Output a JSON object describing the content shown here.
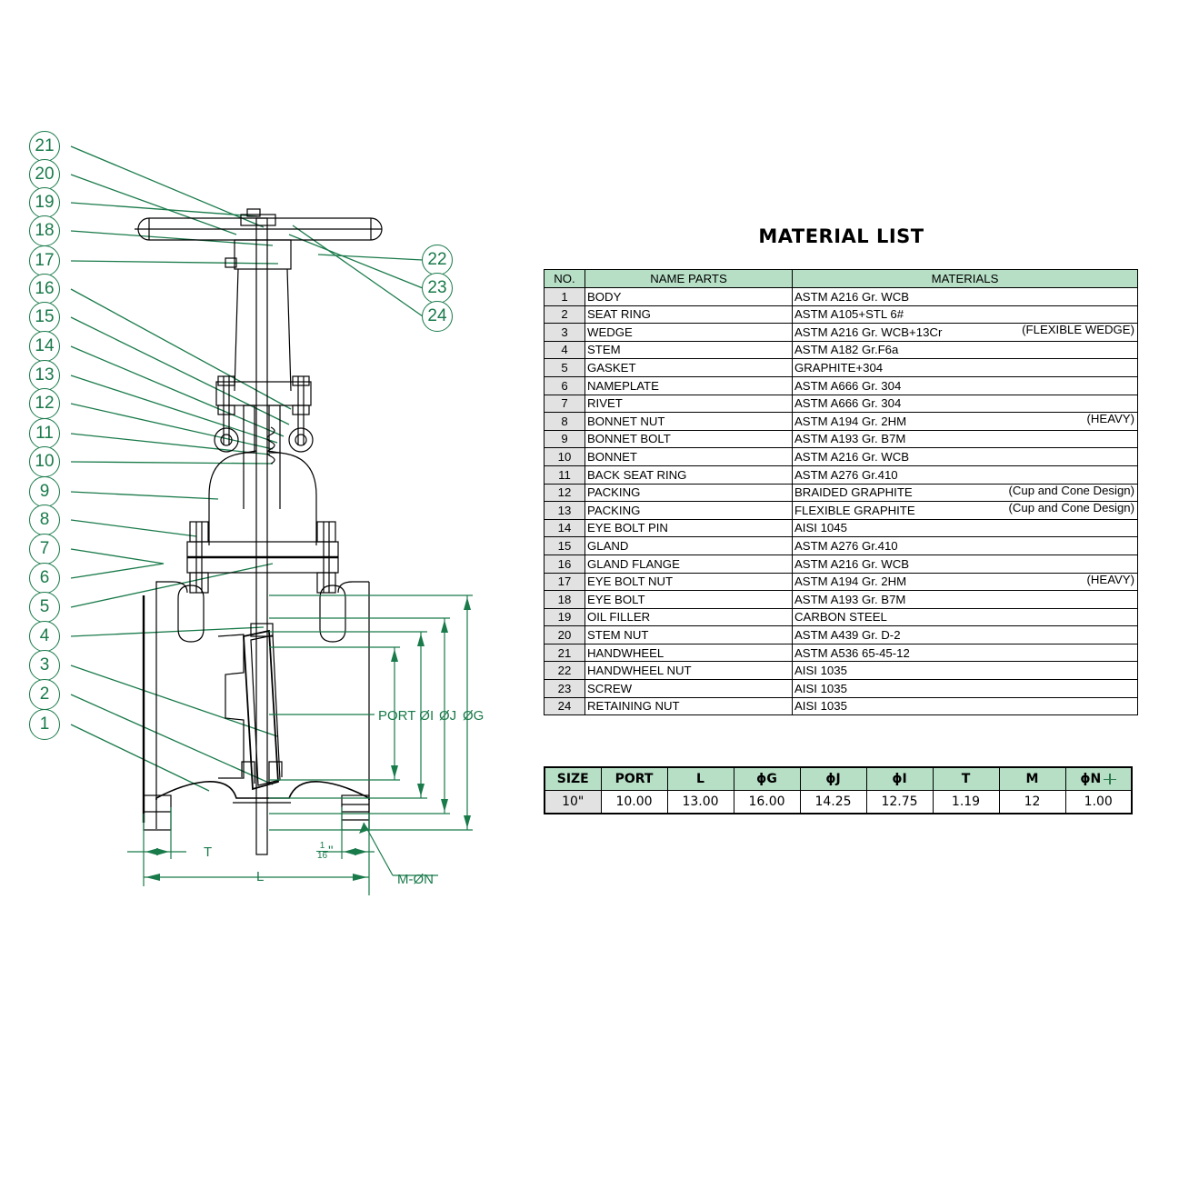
{
  "materials": {
    "title": "MATERIAL LIST",
    "columns": [
      "NO.",
      "NAME PARTS",
      "MATERIALS"
    ],
    "rows": [
      {
        "no": "1",
        "name": "BODY",
        "material": "ASTM A216 Gr. WCB",
        "note": ""
      },
      {
        "no": "2",
        "name": "SEAT RING",
        "material": "ASTM A105+STL 6#",
        "note": ""
      },
      {
        "no": "3",
        "name": "WEDGE",
        "material": "ASTM A216 Gr. WCB+13Cr",
        "note": "(FLEXIBLE WEDGE)"
      },
      {
        "no": "4",
        "name": "STEM",
        "material": "ASTM A182 Gr.F6a",
        "note": ""
      },
      {
        "no": "5",
        "name": "GASKET",
        "material": "GRAPHITE+304",
        "note": ""
      },
      {
        "no": "6",
        "name": "NAMEPLATE",
        "material": "ASTM A666 Gr. 304",
        "note": ""
      },
      {
        "no": "7",
        "name": "RIVET",
        "material": "ASTM A666 Gr. 304",
        "note": ""
      },
      {
        "no": "8",
        "name": "BONNET NUT",
        "material": "ASTM A194 Gr. 2HM",
        "note": "(HEAVY)"
      },
      {
        "no": "9",
        "name": "BONNET BOLT",
        "material": "ASTM A193 Gr. B7M",
        "note": ""
      },
      {
        "no": "10",
        "name": "BONNET",
        "material": "ASTM A216 Gr. WCB",
        "note": ""
      },
      {
        "no": "11",
        "name": "BACK SEAT RING",
        "material": "ASTM A276 Gr.410",
        "note": ""
      },
      {
        "no": "12",
        "name": "PACKING",
        "material": "BRAIDED GRAPHITE",
        "note": "(Cup and Cone Design)"
      },
      {
        "no": "13",
        "name": "PACKING",
        "material": "FLEXIBLE GRAPHITE",
        "note": "(Cup and Cone Design)"
      },
      {
        "no": "14",
        "name": "EYE BOLT PIN",
        "material": "AISI 1045",
        "note": ""
      },
      {
        "no": "15",
        "name": "GLAND",
        "material": "ASTM A276 Gr.410",
        "note": ""
      },
      {
        "no": "16",
        "name": "GLAND FLANGE",
        "material": "ASTM A216 Gr. WCB",
        "note": ""
      },
      {
        "no": "17",
        "name": "EYE BOLT NUT",
        "material": "ASTM A194 Gr. 2HM",
        "note": "(HEAVY)"
      },
      {
        "no": "18",
        "name": "EYE BOLT",
        "material": "ASTM A193 Gr. B7M",
        "note": ""
      },
      {
        "no": "19",
        "name": "OIL FILLER",
        "material": "CARBON STEEL",
        "note": ""
      },
      {
        "no": "20",
        "name": "STEM NUT",
        "material": "ASTM A439 Gr. D-2",
        "note": ""
      },
      {
        "no": "21",
        "name": "HANDWHEEL",
        "material": "ASTM A536 65-45-12",
        "note": ""
      },
      {
        "no": "22",
        "name": "HANDWHEEL NUT",
        "material": "AISI 1035",
        "note": ""
      },
      {
        "no": "23",
        "name": "SCREW",
        "material": "AISI 1035",
        "note": ""
      },
      {
        "no": "24",
        "name": "RETAINING NUT",
        "material": "AISI 1035",
        "note": ""
      }
    ]
  },
  "dimensions": {
    "columns": [
      "SIZE",
      "PORT",
      "L",
      "ϕG",
      "ϕJ",
      "ϕI",
      "T",
      "M",
      "ϕN"
    ],
    "row": [
      "10\"",
      "10.00",
      "13.00",
      "16.00",
      "14.25",
      "12.75",
      "1.19",
      "12",
      "1.00"
    ]
  },
  "callouts": {
    "left": [
      "21",
      "20",
      "19",
      "18",
      "17",
      "16",
      "15",
      "14",
      "13",
      "12",
      "11",
      "10",
      "9",
      "8",
      "7",
      "6",
      "5",
      "4",
      "3",
      "2",
      "1"
    ],
    "right": [
      "22",
      "23",
      "24"
    ]
  },
  "drawing_labels": {
    "port": "PORT ØI",
    "phiJ": "ØJ",
    "phiG": "ØG",
    "T": "T",
    "L": "L",
    "MON": "M-ØN",
    "gap_num": "1",
    "gap_den": "16",
    "gap_unit": "\""
  },
  "colors": {
    "line_green": "#197a4a",
    "header_green": "#b6dfc6",
    "no_cell_gray": "#e2e2e2",
    "drawing_black": "#000000"
  }
}
